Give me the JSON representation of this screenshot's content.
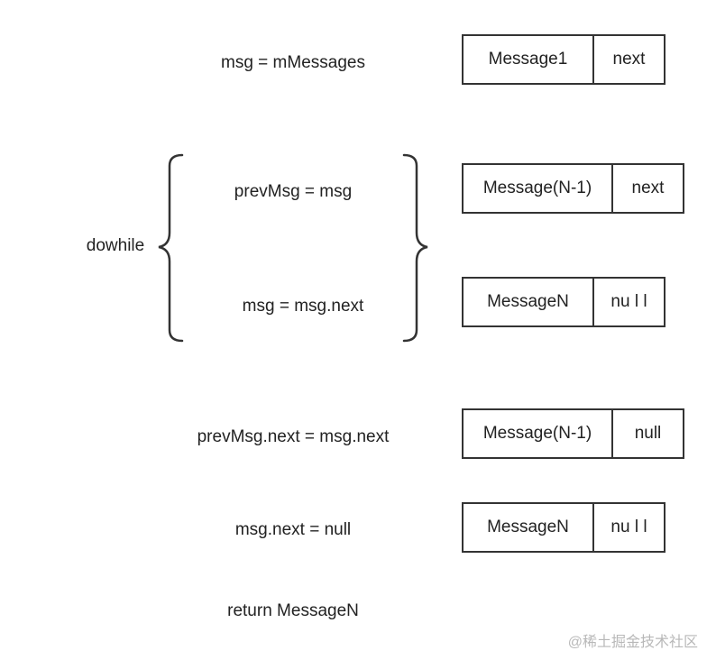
{
  "steps": {
    "msg_assign": "msg = mMessages",
    "prev_assign": "prevMsg = msg",
    "msg_next": "msg = msg.next",
    "prev_next": "prevMsg.next = msg.next",
    "msg_null": "msg.next = null",
    "return": "return MessageN"
  },
  "loop_label": "dowhile",
  "nodes": [
    {
      "name": "Message1",
      "pointer": "next"
    },
    {
      "name": "Message(N-1)",
      "pointer": "next"
    },
    {
      "name": "MessageN",
      "pointer": "nu l l"
    },
    {
      "name": "Message(N-1)",
      "pointer": "null"
    },
    {
      "name": "MessageN",
      "pointer": "nu l l"
    }
  ],
  "watermark": "@稀土掘金技术社区",
  "colors": {
    "stroke": "#333333",
    "text": "#222222",
    "watermark": "#b8b8b8"
  }
}
